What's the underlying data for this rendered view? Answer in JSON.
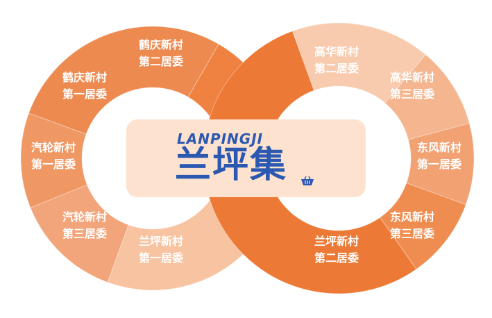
{
  "logo": {
    "latin": "LANPINGJI",
    "chinese": "兰坪集"
  },
  "left_ring": [
    {
      "line1": "鹤庆新村",
      "line2": "第二居委",
      "color": "#ef8241"
    },
    {
      "line1": "兰坪新村",
      "line2": "第一居委",
      "color": "#f7c3a1"
    },
    {
      "line1": "汽轮新村",
      "line2": "第三居委",
      "color": "#f2a57a"
    },
    {
      "line1": "汽轮新村",
      "line2": "第一居委",
      "color": "#ef9863"
    },
    {
      "line1": "鹤庆新村",
      "line2": "第一居委",
      "color": "#ec8a50"
    }
  ],
  "right_ring": [
    {
      "line1": "高华新村",
      "line2": "第二居委",
      "color": "#f9cbae"
    },
    {
      "line1": "高华新村",
      "line2": "第三居委",
      "color": "#f4b58f"
    },
    {
      "line1": "东风新村",
      "line2": "第一居委",
      "color": "#f1a172"
    },
    {
      "line1": "东风新村",
      "line2": "第三居委",
      "color": "#ef8c4f"
    },
    {
      "line1": "兰坪新村",
      "line2": "第二居委",
      "color": "#ec7a36"
    }
  ]
}
